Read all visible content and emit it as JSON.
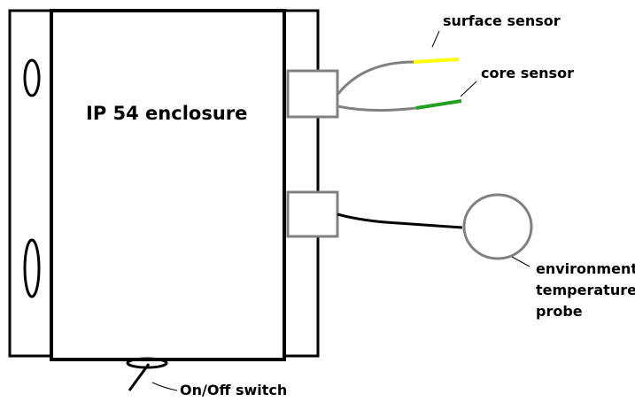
{
  "diagram": {
    "enclosure_label": "IP 54 enclosure",
    "surface_sensor_label": "surface sensor",
    "core_sensor_label": "core sensor",
    "probe_label_lines": [
      "environment",
      "temperature",
      "probe"
    ],
    "switch_label": "On/Off switch"
  },
  "colors": {
    "outline": "#000000",
    "connector": "#808080",
    "surface_sensor_tip": "#ffff00",
    "core_sensor_tip": "#22a022",
    "background": "#ffffff"
  }
}
